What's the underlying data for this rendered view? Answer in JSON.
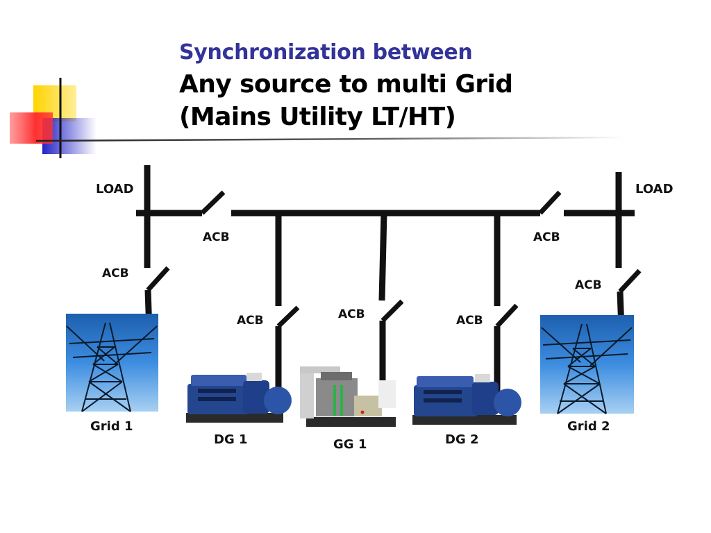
{
  "slide": {
    "title_line1": "Synchronization between",
    "title_line2": "Any source to multi Grid",
    "title_line3": "(Mains Utility LT/HT)"
  },
  "diagram": {
    "load_left": "LOAD",
    "load_right": "LOAD",
    "acb_label": "ACB",
    "sources": {
      "grid1": "Grid 1",
      "dg1": "DG 1",
      "gg1": "GG 1",
      "dg2": "DG 2",
      "grid2": "Grid 2"
    }
  },
  "colors": {
    "title_accent": "#333399",
    "deco_yellow": "#ffd700",
    "deco_red": "#ff4d4d",
    "deco_blue": "#2a2ad0",
    "sky_blue": "#2f7fd6",
    "generator_blue": "#1f3f8a"
  }
}
